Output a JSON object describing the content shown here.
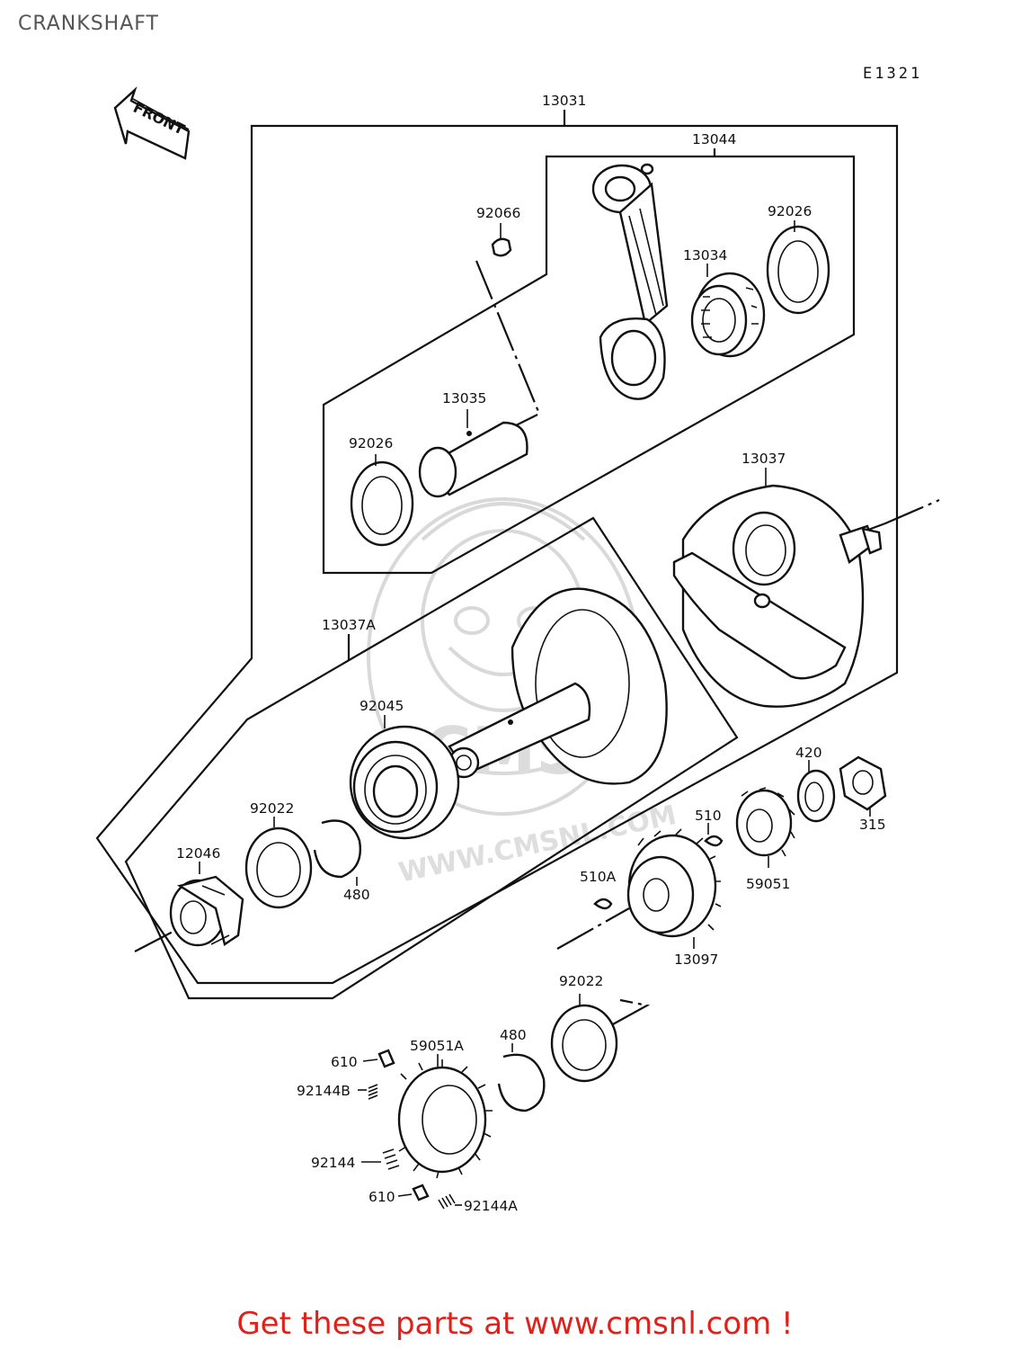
{
  "page": {
    "title": "CRANKSHAFT",
    "diagram_code": "E1321",
    "cta": "Get these parts at www.cmsnl.com !",
    "front_arrow_label": "FRONT"
  },
  "watermark": {
    "text": "WWW.CMSNL.COM",
    "color": "#d9d9d9"
  },
  "colors": {
    "cta": "#e0201a",
    "line": "#111111"
  },
  "parts": [
    {
      "id": "p13031",
      "label": "13031"
    },
    {
      "id": "p13044",
      "label": "13044"
    },
    {
      "id": "p92066",
      "label": "92066"
    },
    {
      "id": "p92026a",
      "label": "92026"
    },
    {
      "id": "p13034",
      "label": "13034"
    },
    {
      "id": "p13035",
      "label": "13035"
    },
    {
      "id": "p92026b",
      "label": "92026"
    },
    {
      "id": "p13037",
      "label": "13037"
    },
    {
      "id": "p13037A",
      "label": "13037A"
    },
    {
      "id": "p92045",
      "label": "92045"
    },
    {
      "id": "p420",
      "label": "420"
    },
    {
      "id": "p92022a",
      "label": "92022"
    },
    {
      "id": "p510",
      "label": "510"
    },
    {
      "id": "p315",
      "label": "315"
    },
    {
      "id": "p12046",
      "label": "12046"
    },
    {
      "id": "p480a",
      "label": "480"
    },
    {
      "id": "p510A",
      "label": "510A"
    },
    {
      "id": "p59051",
      "label": "59051"
    },
    {
      "id": "p13097",
      "label": "13097"
    },
    {
      "id": "p92022b",
      "label": "92022"
    },
    {
      "id": "p480b",
      "label": "480"
    },
    {
      "id": "p59051A",
      "label": "59051A"
    },
    {
      "id": "p610a",
      "label": "610"
    },
    {
      "id": "p92144B",
      "label": "92144B"
    },
    {
      "id": "p92144",
      "label": "92144"
    },
    {
      "id": "p610b",
      "label": "610"
    },
    {
      "id": "p92144A",
      "label": "92144A"
    }
  ]
}
